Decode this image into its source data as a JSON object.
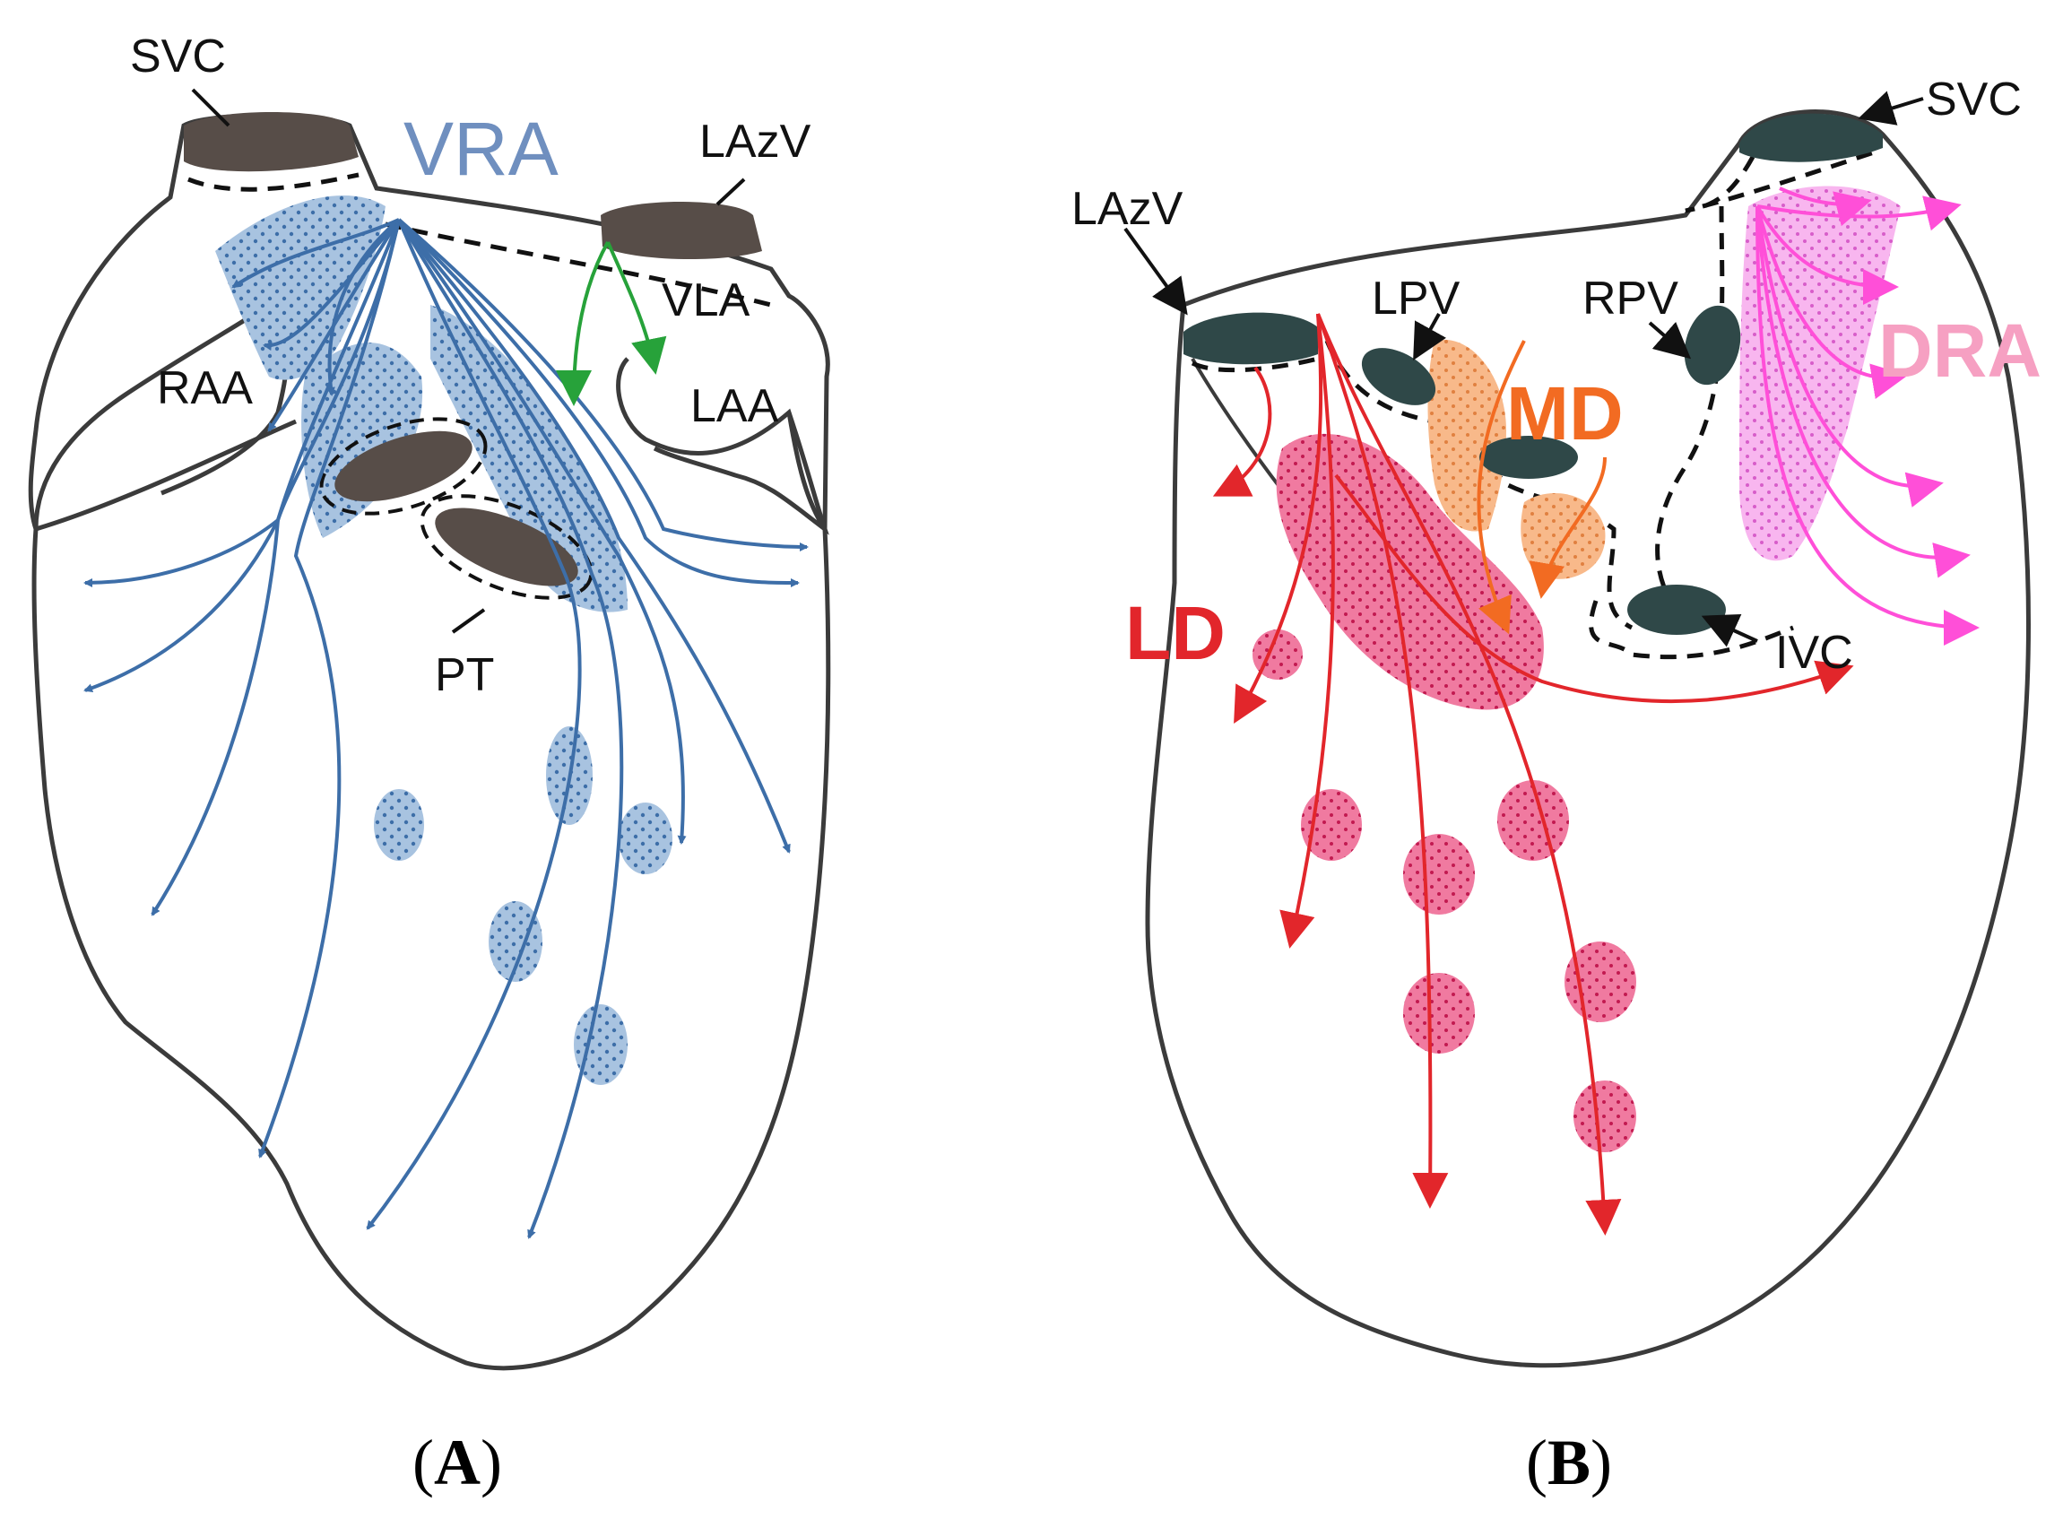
{
  "colors": {
    "outline": "#3b3b3b",
    "vessel_a": "#574d48",
    "vessel_b": "#2f4848",
    "vra": "#3d6ea8",
    "vra_patch": "#a8c3e0",
    "vla": "#27a23a",
    "ld": "#e2262b",
    "ld_patch": "#f07aa0",
    "md": "#f26b22",
    "md_patch": "#f8b98a",
    "dra": "#ff4fd8",
    "dra_patch": "#f7a9ec",
    "dra_label": "#f6a0c2"
  },
  "panel_a": {
    "caption": "A",
    "labels": {
      "svc": "SVC",
      "vra": "VRA",
      "lazv": "LAzV",
      "vla": "VLA",
      "raa": "RAA",
      "laa": "LAA",
      "pt": "PT"
    }
  },
  "panel_b": {
    "caption": "B",
    "labels": {
      "svc": "SVC",
      "lazv": "LAzV",
      "lpv": "LPV",
      "rpv": "RPV",
      "md": "MD",
      "dra": "DRA",
      "ld": "LD",
      "ivc": "IVC"
    }
  }
}
